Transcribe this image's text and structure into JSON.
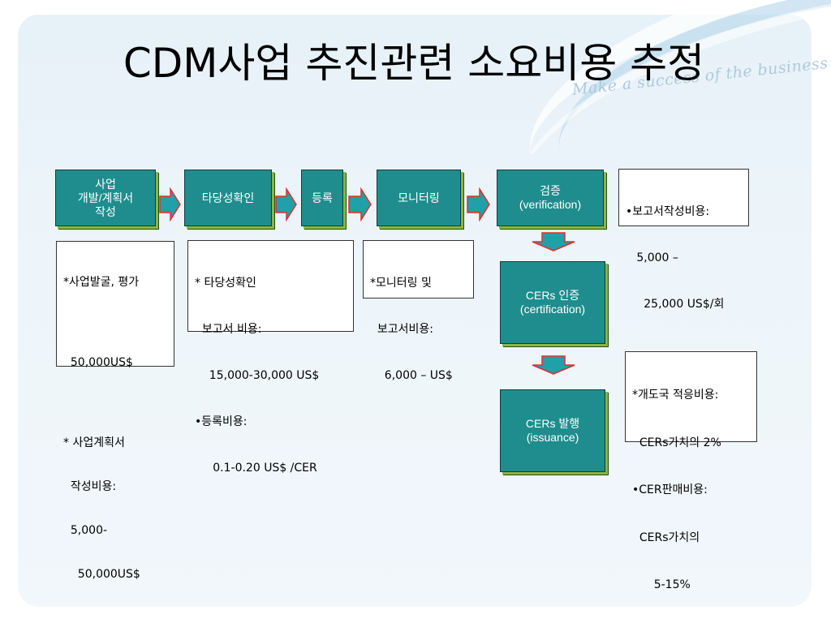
{
  "title": "CDM사업 추진관련 소요비용 추정",
  "watermark": "Make a success of the business",
  "steps": {
    "s1": "사업\n개발/계획서\n작성",
    "s2": "타당성확인",
    "s3": "등록",
    "s4": "모니터링",
    "s5": "검증\n(verification)",
    "s6": "CERs 인증\n(certification)",
    "s7": "CERs 발행\n(issuance)"
  },
  "notes": {
    "n1": [
      "*사업발굴, 평가",
      "",
      "  50,000US$",
      "",
      "* 사업계획서",
      "  작성비용:",
      "  5,000-",
      "    50,000US$"
    ],
    "n2": [
      "* 타당성확인",
      "  보고서 비용:",
      "    15,000-30,000 US$",
      "•등록비용:",
      "     0.1-0.20 US$ /CER"
    ],
    "n3": [
      "*모니터링 및",
      "  보고서비용:",
      "    6,000 – US$"
    ],
    "n4": [
      "•보고서작성비용:",
      "   5,000 –",
      "     25,000 US$/회"
    ],
    "n5": [
      "*개도국 적응비용:",
      "  CERs가치의 2%",
      "•CER판매비용:",
      "  CERs가치의",
      "      5-15%"
    ]
  },
  "colors": {
    "box_fill": "#1f8d8d",
    "box_shadow": "#8ab73a",
    "arrow_fill": "#20a0a8",
    "arrow_edge": "#e03030"
  },
  "icons": [
    "arrow-right-icon",
    "arrow-down-icon"
  ]
}
